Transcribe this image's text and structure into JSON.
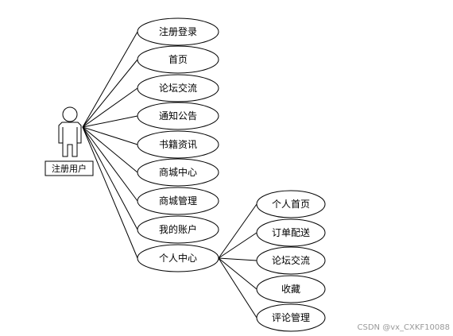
{
  "actor": {
    "label": "注册用户"
  },
  "use_cases": [
    {
      "id": "uc-register-login",
      "label": "注册登录"
    },
    {
      "id": "uc-home",
      "label": "首页"
    },
    {
      "id": "uc-forum",
      "label": "论坛交流"
    },
    {
      "id": "uc-announcement",
      "label": "通知公告"
    },
    {
      "id": "uc-book-news",
      "label": "书籍资讯"
    },
    {
      "id": "uc-mall-center",
      "label": "商城中心"
    },
    {
      "id": "uc-mall-management",
      "label": "商城管理"
    },
    {
      "id": "uc-my-account",
      "label": "我的账户"
    },
    {
      "id": "uc-personal-center",
      "label": "个人中心"
    }
  ],
  "sub_use_cases": [
    {
      "id": "sub-personal-home",
      "label": "个人首页"
    },
    {
      "id": "sub-order-delivery",
      "label": "订单配送"
    },
    {
      "id": "sub-forum",
      "label": "论坛交流"
    },
    {
      "id": "sub-favorites",
      "label": "收藏"
    },
    {
      "id": "sub-comment-management",
      "label": "评论管理"
    }
  ],
  "watermark": "CSDN @vx_CXKF10088"
}
